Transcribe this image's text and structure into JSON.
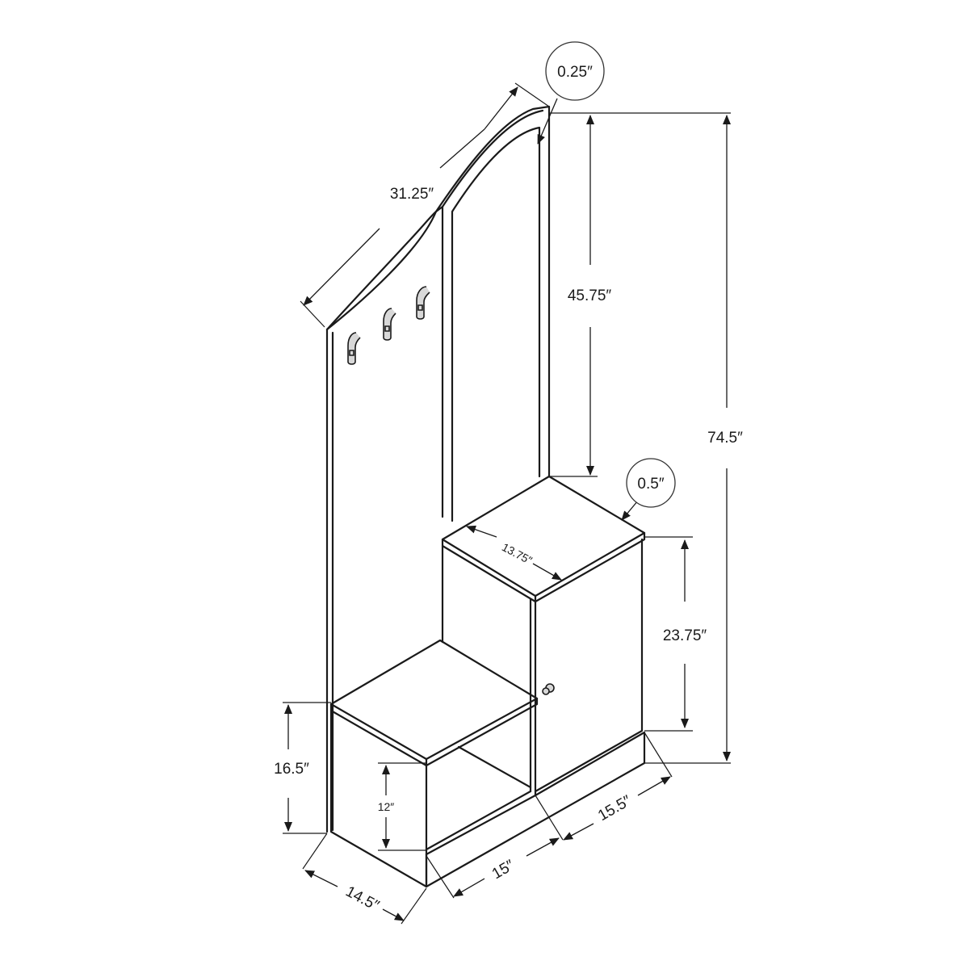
{
  "dimensions": {
    "thickness_top": "0.25″",
    "top_arc_length": "31.25″",
    "mirror_height": "45.75″",
    "total_height": "74.5″",
    "shelf_thickness": "0.5″",
    "cabinet_top_width": "13.75″",
    "cabinet_height": "23.75″",
    "bench_height": "16.5″",
    "bench_opening_height": "12″",
    "bench_depth": "14.5″",
    "bench_width": "15″",
    "cabinet_width": "15.5″"
  },
  "colors": {
    "line": "#1a1a1a",
    "hook_fill": "#d8d8d8",
    "background": "#ffffff"
  }
}
